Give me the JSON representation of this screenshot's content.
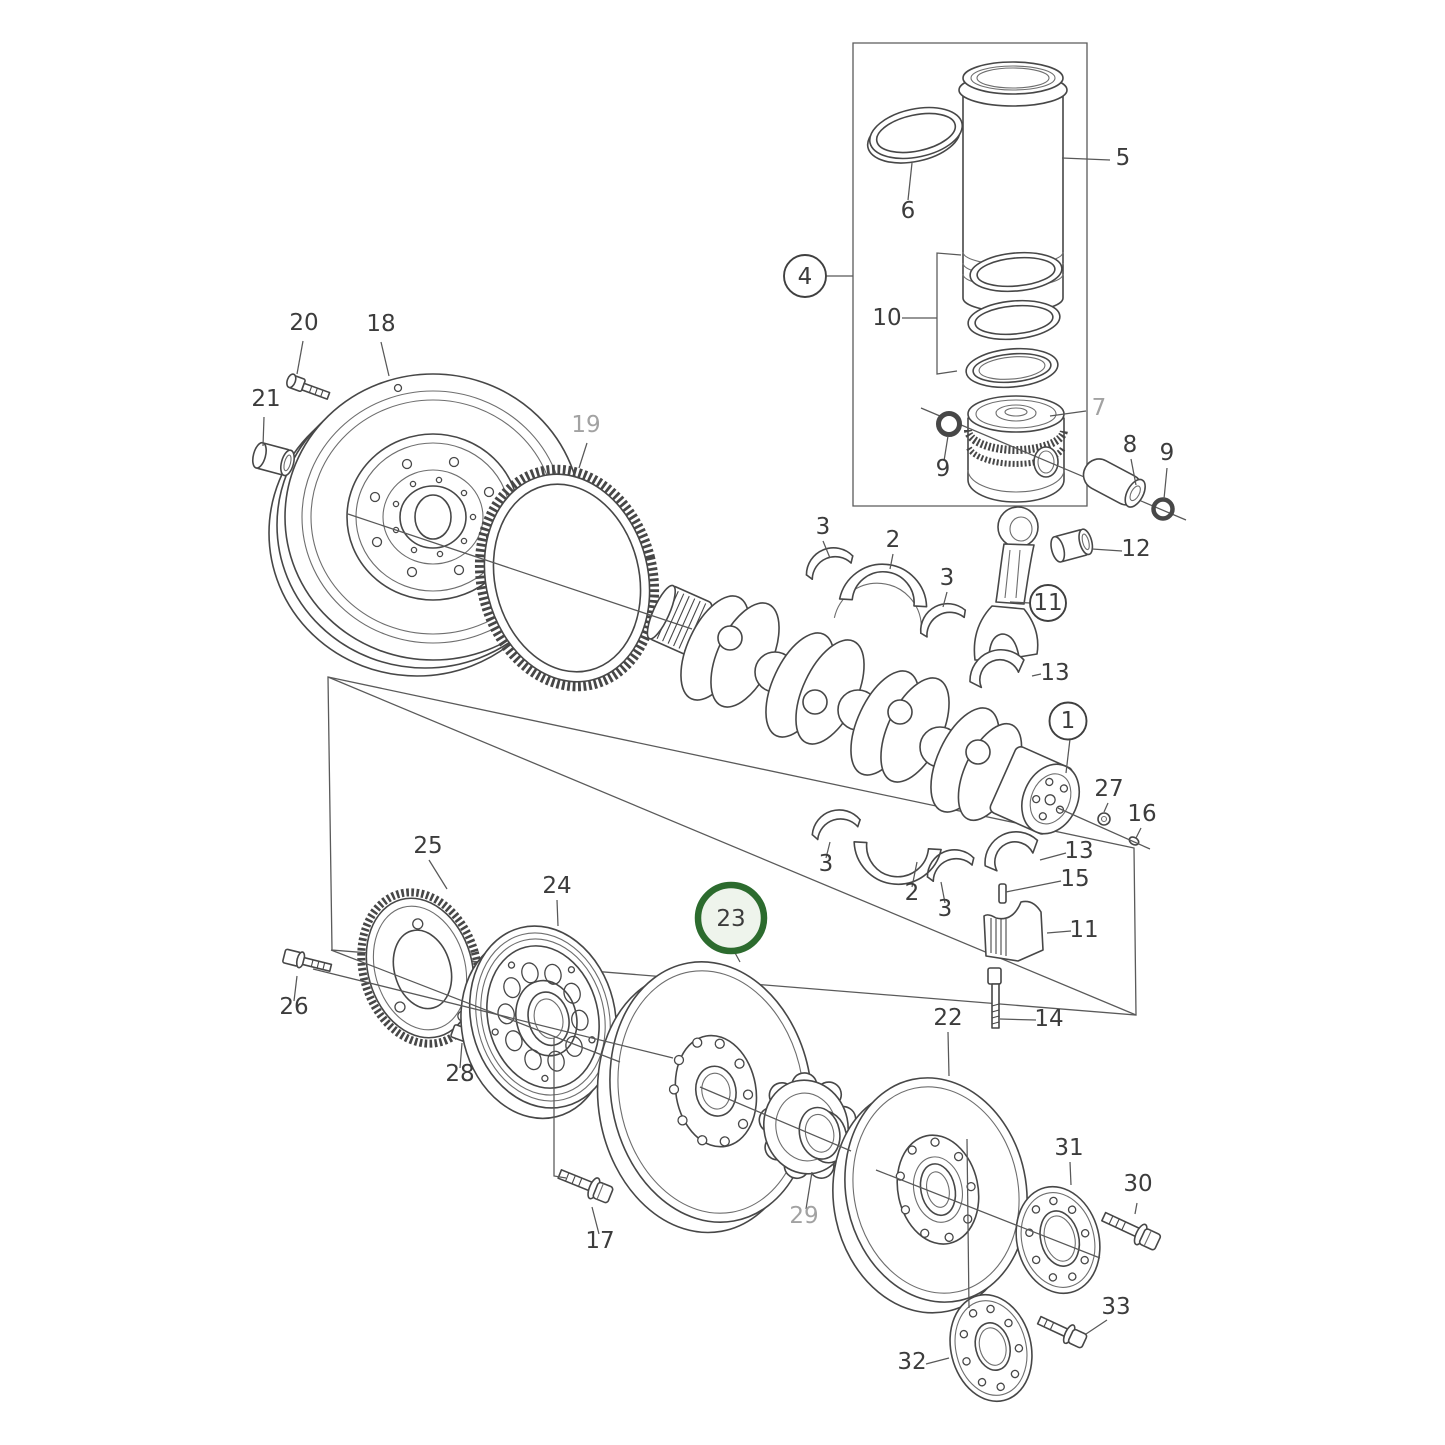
{
  "diagram": {
    "type": "exploded-parts-diagram",
    "highlighted_part": "23",
    "colors": {
      "background": "#ffffff",
      "line": "#474747",
      "label": "#3c3c3c",
      "muted_label": "#a2a2a2",
      "highlight_ring": "#2c6b2e",
      "highlight_fill": "#eef4ec"
    },
    "labels": [
      {
        "text": "20"
      },
      {
        "text": "18"
      },
      {
        "text": "21"
      },
      {
        "text": "19"
      },
      {
        "text": "6"
      },
      {
        "text": "5"
      },
      {
        "text": "4"
      },
      {
        "text": "10"
      },
      {
        "text": "7"
      },
      {
        "text": "9"
      },
      {
        "text": "8"
      },
      {
        "text": "9"
      },
      {
        "text": "12"
      },
      {
        "text": "11"
      },
      {
        "text": "3"
      },
      {
        "text": "2"
      },
      {
        "text": "3"
      },
      {
        "text": "13"
      },
      {
        "text": "1"
      },
      {
        "text": "27"
      },
      {
        "text": "16"
      },
      {
        "text": "13"
      },
      {
        "text": "15"
      },
      {
        "text": "11"
      },
      {
        "text": "14"
      },
      {
        "text": "3"
      },
      {
        "text": "2"
      },
      {
        "text": "3"
      },
      {
        "text": "22"
      },
      {
        "text": "25"
      },
      {
        "text": "24"
      },
      {
        "text": "26"
      },
      {
        "text": "28"
      },
      {
        "text": "17"
      },
      {
        "text": "23"
      },
      {
        "text": "29"
      },
      {
        "text": "31"
      },
      {
        "text": "30"
      },
      {
        "text": "33"
      },
      {
        "text": "32"
      }
    ]
  }
}
